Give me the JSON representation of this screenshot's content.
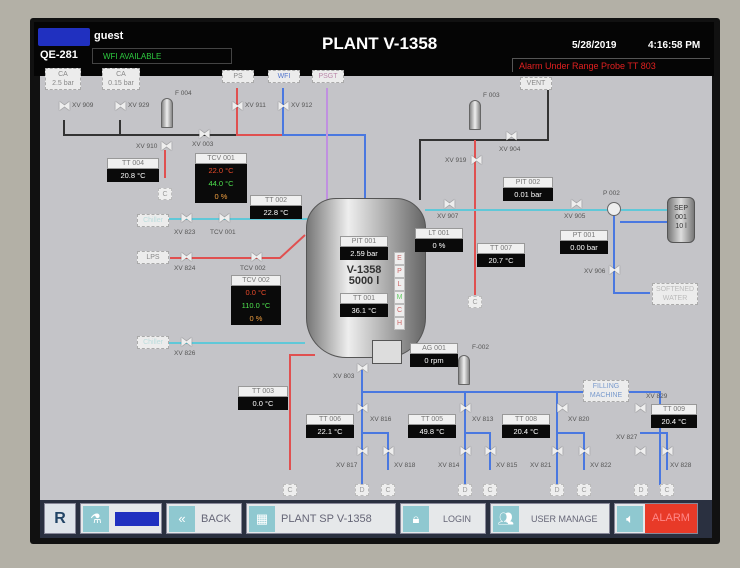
{
  "header": {
    "user": "guest",
    "station": "QE-281",
    "status": "WFI AVAILABLE",
    "title": "PLANT V-1358",
    "date": "5/28/2019",
    "time": "4:16:58 PM",
    "alarm": "Alarm Under Range Probe TT 803",
    "alarm_color": "#e02020",
    "status_color": "#2ecc40"
  },
  "sources": {
    "ca1": "CA\n2.5 bar",
    "ca2": "CA\n0.15 bar",
    "ps": "PS",
    "wfi": "WFI",
    "psgt": "PSGT",
    "vent": "VENT",
    "chiller1": "Chiller",
    "lps": "LPS",
    "chiller2": "Chiller",
    "softened": "SOFTENED WATER",
    "filling": "FILLING MACHINE"
  },
  "tank": {
    "name": "V-1358",
    "volume": "5000 l",
    "indicators": [
      "E",
      "P",
      "L",
      "M",
      "C",
      "H"
    ]
  },
  "sep": {
    "name": "SEP 001",
    "volume": "10 l"
  },
  "filters": {
    "f004": "F 004",
    "f003": "F 003",
    "f002": "F-002",
    "p002": "P 002"
  },
  "tags": {
    "tt004": {
      "label": "TT 004",
      "value": "20.8 °C"
    },
    "tcv001": {
      "label": "TCV 001",
      "sp": "22.0 °C",
      "pv": "44.0 °C",
      "out": "0 %"
    },
    "tt002": {
      "label": "TT 002",
      "value": "22.8 °C"
    },
    "pit001": {
      "label": "PIT 001",
      "value": "2.59 bar"
    },
    "tt001": {
      "label": "TT 001",
      "value": "36.1 °C"
    },
    "lt001": {
      "label": "LT 001",
      "value": "0 %"
    },
    "tt007": {
      "label": "TT 007",
      "value": "20.7 °C"
    },
    "pit002": {
      "label": "PIT 002",
      "value": "0.01 bar"
    },
    "pt001": {
      "label": "PT 001",
      "value": "0.00 bar"
    },
    "tcv002": {
      "label": "TCV 002",
      "sp": "0.0 °C",
      "pv": "110.0 °C",
      "out": "0 %"
    },
    "ag001": {
      "label": "AG 001",
      "value": "0 rpm"
    },
    "tt003": {
      "label": "TT 003",
      "value": "0.0 °C"
    },
    "tt006": {
      "label": "TT 006",
      "value": "22.1 °C"
    },
    "tt005": {
      "label": "TT 005",
      "value": "49.8 °C"
    },
    "tt008": {
      "label": "TT 008",
      "value": "20.4 °C"
    },
    "tt009": {
      "label": "TT 009",
      "value": "20.4 °C"
    }
  },
  "valves": {
    "xv909": "XV 909",
    "xv929": "XV 929",
    "xv911": "XV 911",
    "xv912": "XV 912",
    "xv910": "XV 910",
    "xv003": "XV 003",
    "xv919": "XV 919",
    "xv904": "XV 904",
    "xv907": "XV 907",
    "xv905": "XV 905",
    "xv906": "XV 906",
    "xv823": "XV 823",
    "tcv001": "TCV 001",
    "xv824": "XV 824",
    "tcv002": "TCV 002",
    "xv826": "XV 826",
    "xv803": "XV 803",
    "xv816": "XV 816",
    "xv817": "XV 817",
    "xv818": "XV 818",
    "xv813": "XV 813",
    "xv814": "XV 814",
    "xv815": "XV 815",
    "xv820": "XV 820",
    "xv821": "XV 821",
    "xv822": "XV 822",
    "xv829": "XV 829",
    "xv827": "XV 827",
    "xv828": "XV 828"
  },
  "terms": {
    "c": "C",
    "d": "D"
  },
  "buttons": {
    "back": "BACK",
    "plant_sp": "PLANT SP V-1358",
    "login": "LOGIN",
    "user_manage": "USER MANAGE",
    "alarm": "ALARM"
  },
  "colors": {
    "steam": "#e05050",
    "wfi": "#4a78e0",
    "chilled": "#60c8d8",
    "air": "#333333",
    "pure_steam": "#c090e0",
    "alarm_button": "#e83a28"
  }
}
